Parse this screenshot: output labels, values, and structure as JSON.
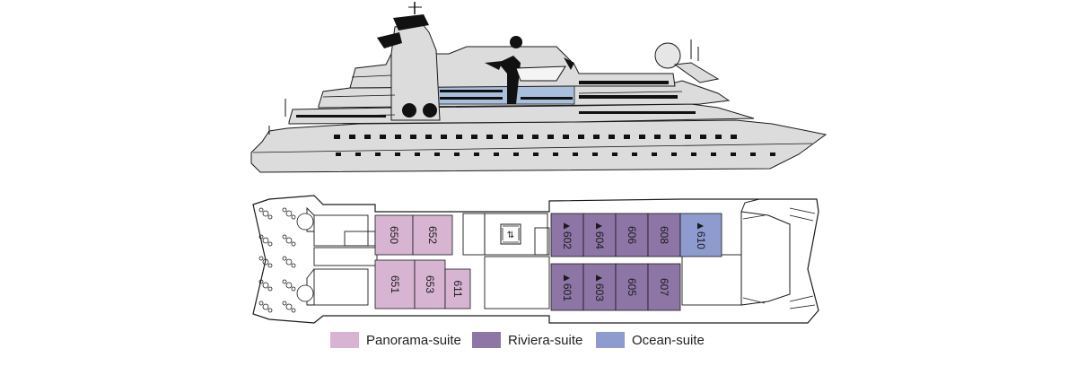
{
  "legend": {
    "panorama": {
      "label": "Panorama-suite",
      "color": "#d6b4d2"
    },
    "riviera": {
      "label": "Riviera-suite",
      "color": "#8d75a6"
    },
    "ocean": {
      "label": "Ocean-suite",
      "color": "#8d9bcf"
    }
  },
  "colors": {
    "hull": "#dcdcdc",
    "highlight_deck": "#a9c0dc",
    "outline": "#1a1a1a",
    "window": "#111111"
  },
  "cabins": [
    {
      "number": "650",
      "type": "panorama",
      "arrow": false
    },
    {
      "number": "652",
      "type": "panorama",
      "arrow": false
    },
    {
      "number": "651",
      "type": "panorama",
      "arrow": false
    },
    {
      "number": "653",
      "type": "panorama",
      "arrow": false
    },
    {
      "number": "611",
      "type": "panorama",
      "arrow": false
    },
    {
      "number": "602",
      "type": "riviera",
      "arrow": true
    },
    {
      "number": "604",
      "type": "riviera",
      "arrow": true
    },
    {
      "number": "606",
      "type": "riviera",
      "arrow": false
    },
    {
      "number": "608",
      "type": "riviera",
      "arrow": false
    },
    {
      "number": "601",
      "type": "riviera",
      "arrow": true
    },
    {
      "number": "603",
      "type": "riviera",
      "arrow": true
    },
    {
      "number": "605",
      "type": "riviera",
      "arrow": false
    },
    {
      "number": "607",
      "type": "riviera",
      "arrow": false
    },
    {
      "number": "610",
      "type": "ocean",
      "arrow": true
    }
  ],
  "icons": {
    "elevator": "elevator-icon"
  }
}
